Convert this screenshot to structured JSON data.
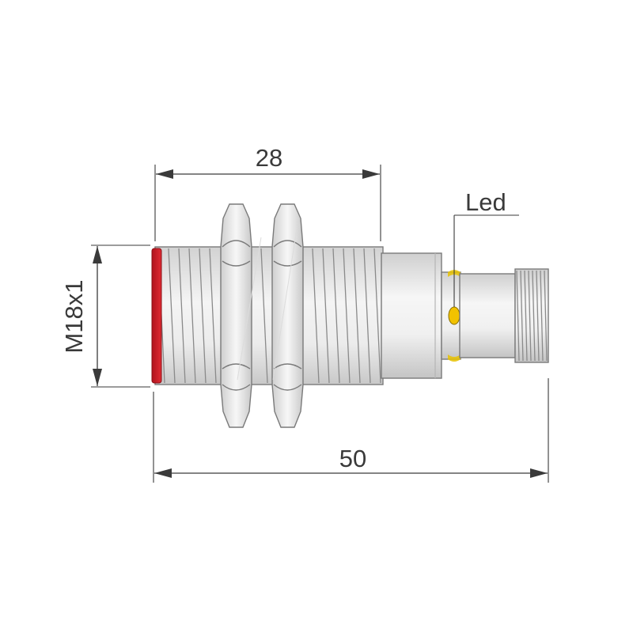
{
  "dimensions": {
    "length_threaded": "28",
    "length_total": "50",
    "thread_size": "M18x1"
  },
  "callouts": {
    "led": "Led"
  },
  "colors": {
    "sensing_face": "#d4202a",
    "led": "#f2c200",
    "metal_light": "#f2f2f2",
    "metal_mid": "#d8d8d8",
    "metal_dark": "#b4b4b4",
    "line": "#3a3a3a"
  }
}
